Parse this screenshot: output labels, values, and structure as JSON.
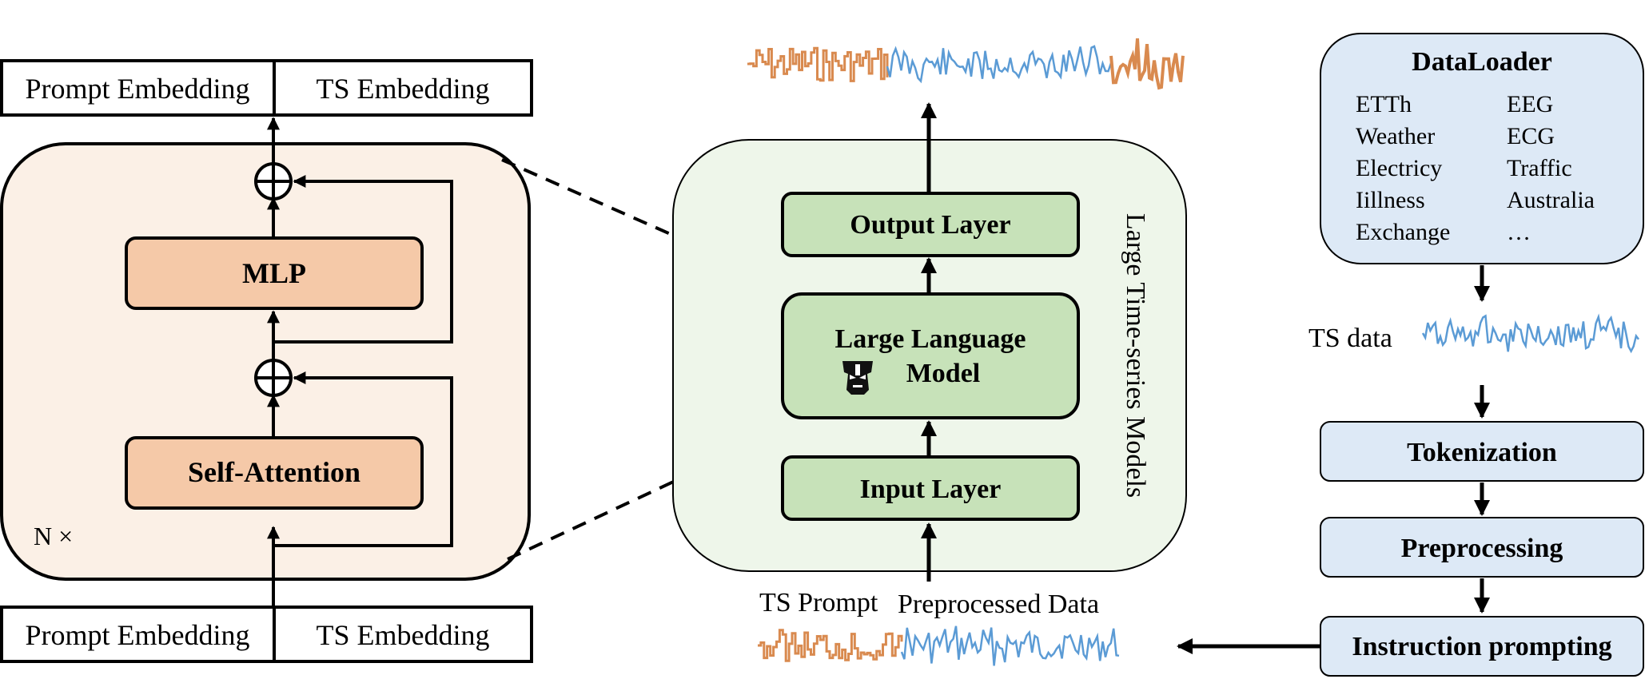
{
  "transformer_block": {
    "top_prompt_embedding": "Prompt Embedding",
    "top_ts_embedding": "TS Embedding",
    "mlp": "MLP",
    "self_attention": "Self-Attention",
    "repeat_label": "N ×",
    "bottom_prompt_embedding": "Prompt Embedding",
    "bottom_ts_embedding": "TS Embedding"
  },
  "ltsm": {
    "output_layer": "Output Layer",
    "llm_line1": "Large Language",
    "llm_line2": "Model",
    "input_layer": "Input Layer",
    "vertical_title": "Large Time-series Models",
    "ts_prompt_label": "TS Prompt",
    "preprocessed_label": "Preprocessed Data"
  },
  "pipeline": {
    "dataloader_title": "DataLoader",
    "datasets_col1": [
      "ETTh",
      "Weather",
      "Electricy",
      "Iillness",
      "Exchange"
    ],
    "datasets_col2": [
      "EEG",
      "ECG",
      "Traffic",
      "Australia",
      "…"
    ],
    "ts_data_label": "TS data",
    "tokenization": "Tokenization",
    "preprocessing": "Preprocessing",
    "instruction_prompting": "Instruction prompting"
  },
  "colors": {
    "block_fill": "#fbf0e6",
    "sublayer_fill": "#f5c9a8",
    "ltsm_fill": "#eef6ea",
    "layer_fill": "#c7e2b9",
    "pipeline_fill": "#dde9f6",
    "prompt_series": "#d98a4f",
    "ts_series": "#5b9bd5"
  }
}
